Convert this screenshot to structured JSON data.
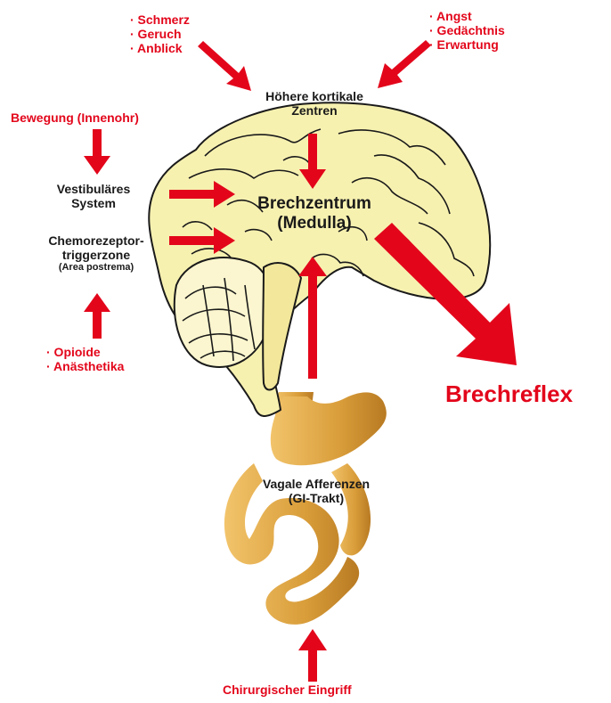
{
  "colors": {
    "accent_red": "#e3061b",
    "brain_fill": "#f7f1b0",
    "gut_fill": "#d99d3a",
    "outline": "#1a1a1a"
  },
  "top_left_triggers": [
    "· Schmerz",
    "· Geruch",
    "· Anblick"
  ],
  "top_right_triggers": [
    "· Angst",
    "· Gedächtnis",
    "· Erwartung"
  ],
  "cortical_centers": [
    "Höhere kortikale",
    "Zentren"
  ],
  "motion": "Bewegung (Innenohr)",
  "vestibular": [
    "Vestibuläres",
    "System"
  ],
  "ctz": [
    "Chemorezeptor-",
    "triggerzone",
    "(Area postrema)"
  ],
  "drug_triggers": [
    "· Opioide",
    "· Anästhetika"
  ],
  "vomiting_center": [
    "Brechzentrum",
    "(Medulla)"
  ],
  "reflex": "Brechreflex",
  "vagal": [
    "Vagale Afferenzen",
    "(GI-Trakt)"
  ],
  "surgery": "Chirurgischer Eingriff"
}
